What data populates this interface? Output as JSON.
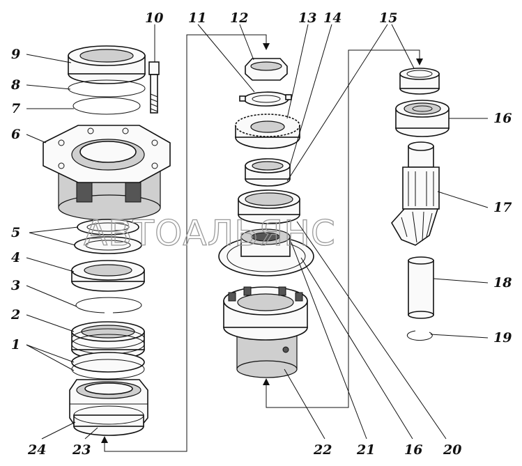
{
  "watermark": "АВТОАЛЬЯНС",
  "callouts": {
    "n1": "1",
    "n2": "2",
    "n3": "3",
    "n4": "4",
    "n5": "5",
    "n6": "6",
    "n7": "7",
    "n8": "8",
    "n9": "9",
    "n10": "10",
    "n11": "11",
    "n12": "12",
    "n13": "13",
    "n14": "14",
    "n15": "15",
    "n16a": "16",
    "n16b": "16",
    "n17": "17",
    "n18": "18",
    "n19": "19",
    "n20": "20",
    "n21": "21",
    "n22": "22",
    "n23": "23",
    "n24": "24"
  }
}
